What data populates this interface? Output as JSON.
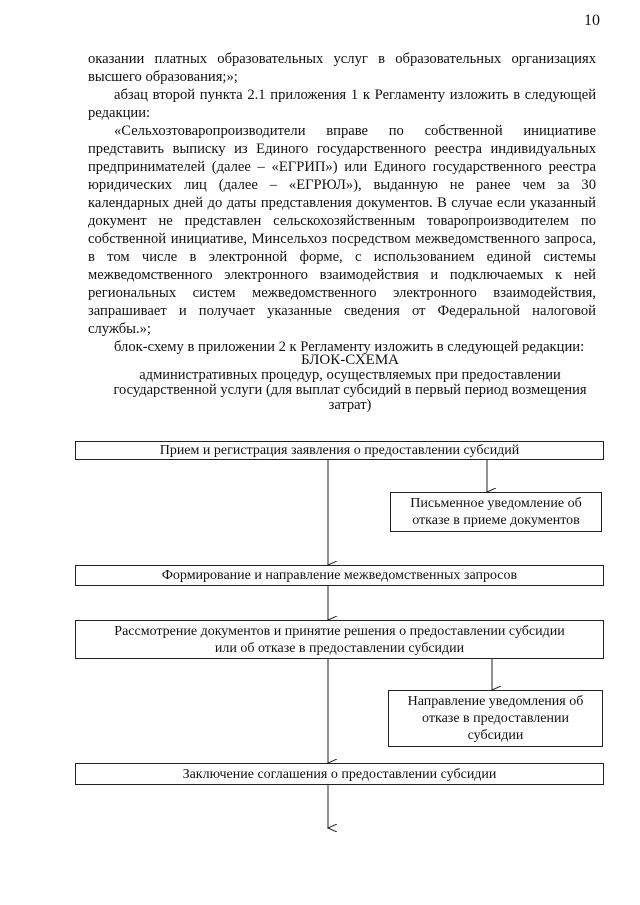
{
  "page": {
    "number": "10"
  },
  "text": {
    "p1": "оказании платных образовательных услуг в образовательных организациях высшего образования;»;",
    "p2": "абзац второй пункта 2.1 приложения 1 к Регламенту изложить в следующей редакции:",
    "p3": "«Сельхозтоваропроизводители вправе по собственной инициативе представить выписку из Единого государственного реестра индивидуальных предпринимателей (далее – «ЕГРИП») или Единого государственного реестра юридических лиц (далее – «ЕГРЮЛ»), выданную не ранее чем за 30 календарных дней до даты представления документов. В случае если указанный документ не представлен сельскохозяйственным товаропроизводителем по собственной инициативе, Минсельхоз посредством межведомственного запроса, в том числе в электронной форме, с использованием единой системы межведомственного электронного взаимодействия и подключаемых к ней региональных систем межведомственного электронного взаимодействия, запрашивает и получает указанные сведения от Федеральной налоговой службы.»;",
    "p4": "блок-схему в приложении 2 к Регламенту изложить в следующей редакции:"
  },
  "scheme": {
    "title": "БЛОК-СХЕМА",
    "subtitle": "административных процедур, осуществляемых при предоставлении государственной услуги (для выплат субсидий в первый период возмещения затрат)",
    "boxes": {
      "step1": "Прием и регистрация заявления о предоставлении субсидий",
      "refusal1": "Письменное уведомление об отказе в приеме документов",
      "step2": "Формирование и направление межведомственных запросов",
      "step3": "Рассмотрение документов и принятие решения о предоставлении субсидии или об отказе в предоставлении субсидии",
      "refusal2": "Направление уведомления об отказе в предоставлении субсидии",
      "step4": "Заключение соглашения о предоставлении субсидии"
    }
  }
}
